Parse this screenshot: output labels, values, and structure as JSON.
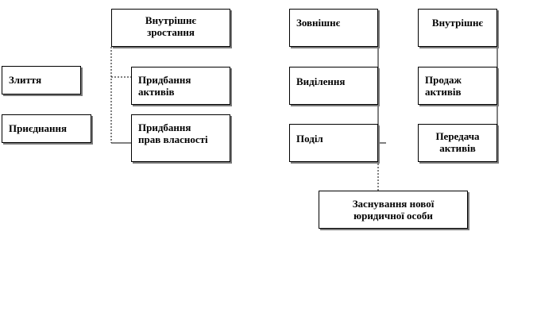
{
  "nodes": {
    "zlyttia": "Злиття",
    "pryiednannia": "Приєднання",
    "vnutr_zrostannia": "Внутрішнє\nзростання",
    "prydbannia_aktyviv": "Придбання\nактивів",
    "prydbannia_prav": "Придбання\nправ власності",
    "zovnishnie": "Зовнішнє",
    "vydilennia": "Виділення",
    "podil": "Поділ",
    "vnutrishnie": "Внутрішнє",
    "prodazh_aktyviv": "Продаж\nактивів",
    "peredacha_aktyviv": "Передача\nактивів",
    "zasnuvannia": "Заснування нової\nюридичної особи"
  },
  "colors": {
    "border": "#000000",
    "shadow": "#7a7a7a",
    "line": "#000000"
  }
}
